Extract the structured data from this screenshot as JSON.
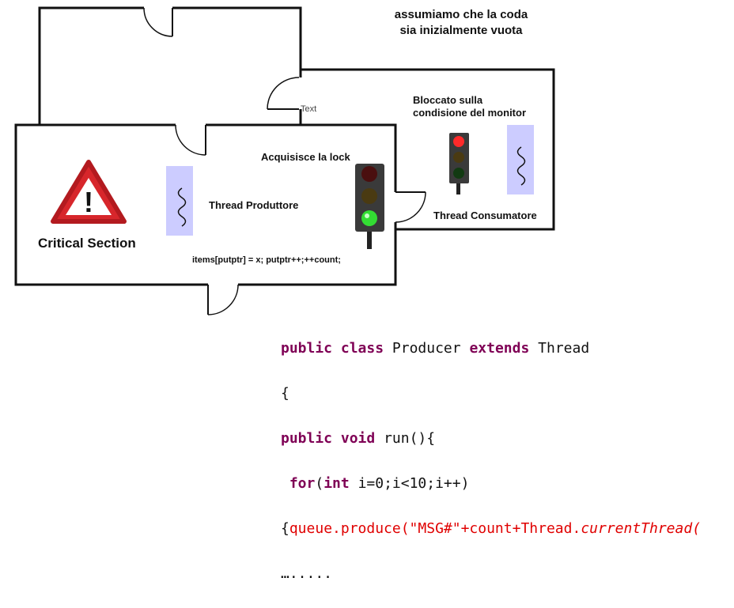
{
  "diagram": {
    "note_line1": "assumiamo che la coda",
    "note_line2": "sia inizialmente vuota",
    "text_placeholder": "Text",
    "blocked_line1": "Bloccato sulla",
    "blocked_line2": "condisione del monitor",
    "acquires_lock": "Acquisisce la lock",
    "producer_thread": "Thread Produttore",
    "consumer_thread": "Thread Consumatore",
    "critical_section": "Critical Section",
    "critical_code": "items[putptr] = x; putptr++;++count;",
    "warning_mark": "!",
    "colors": {
      "thread_box": "#ccccff",
      "warning_red": "#d7262b",
      "light_red_on": "#ff2a2a",
      "light_green_on": "#33dd33",
      "traffic_body": "#3a3a3a",
      "keyword": "#7f0055",
      "string_red": "#e00000"
    },
    "icons": [
      "door-swing-icon",
      "warning-triangle-icon",
      "traffic-light-icon",
      "thread-squiggle-icon"
    ],
    "traffic_light_producer": "green",
    "traffic_light_consumer": "red"
  },
  "code": {
    "l1_kw1": "public",
    "l1_kw2": "class",
    "l1_name": "Producer",
    "l1_kw3": "extends",
    "l1_base": "Thread",
    "l2": "{",
    "l3_kw1": "public",
    "l3_kw2": "void",
    "l3_rest": "run(){",
    "l4_kw1": "for",
    "l4_open": "(",
    "l4_kw2": "int",
    "l4_rest": "i=0;i<10;i++)",
    "l5_brace": "{",
    "l5_red": "queue.produce(\"MSG#\"+count+Thread.",
    "l5_italic": "currentThread(",
    "l6": "…....."
  }
}
